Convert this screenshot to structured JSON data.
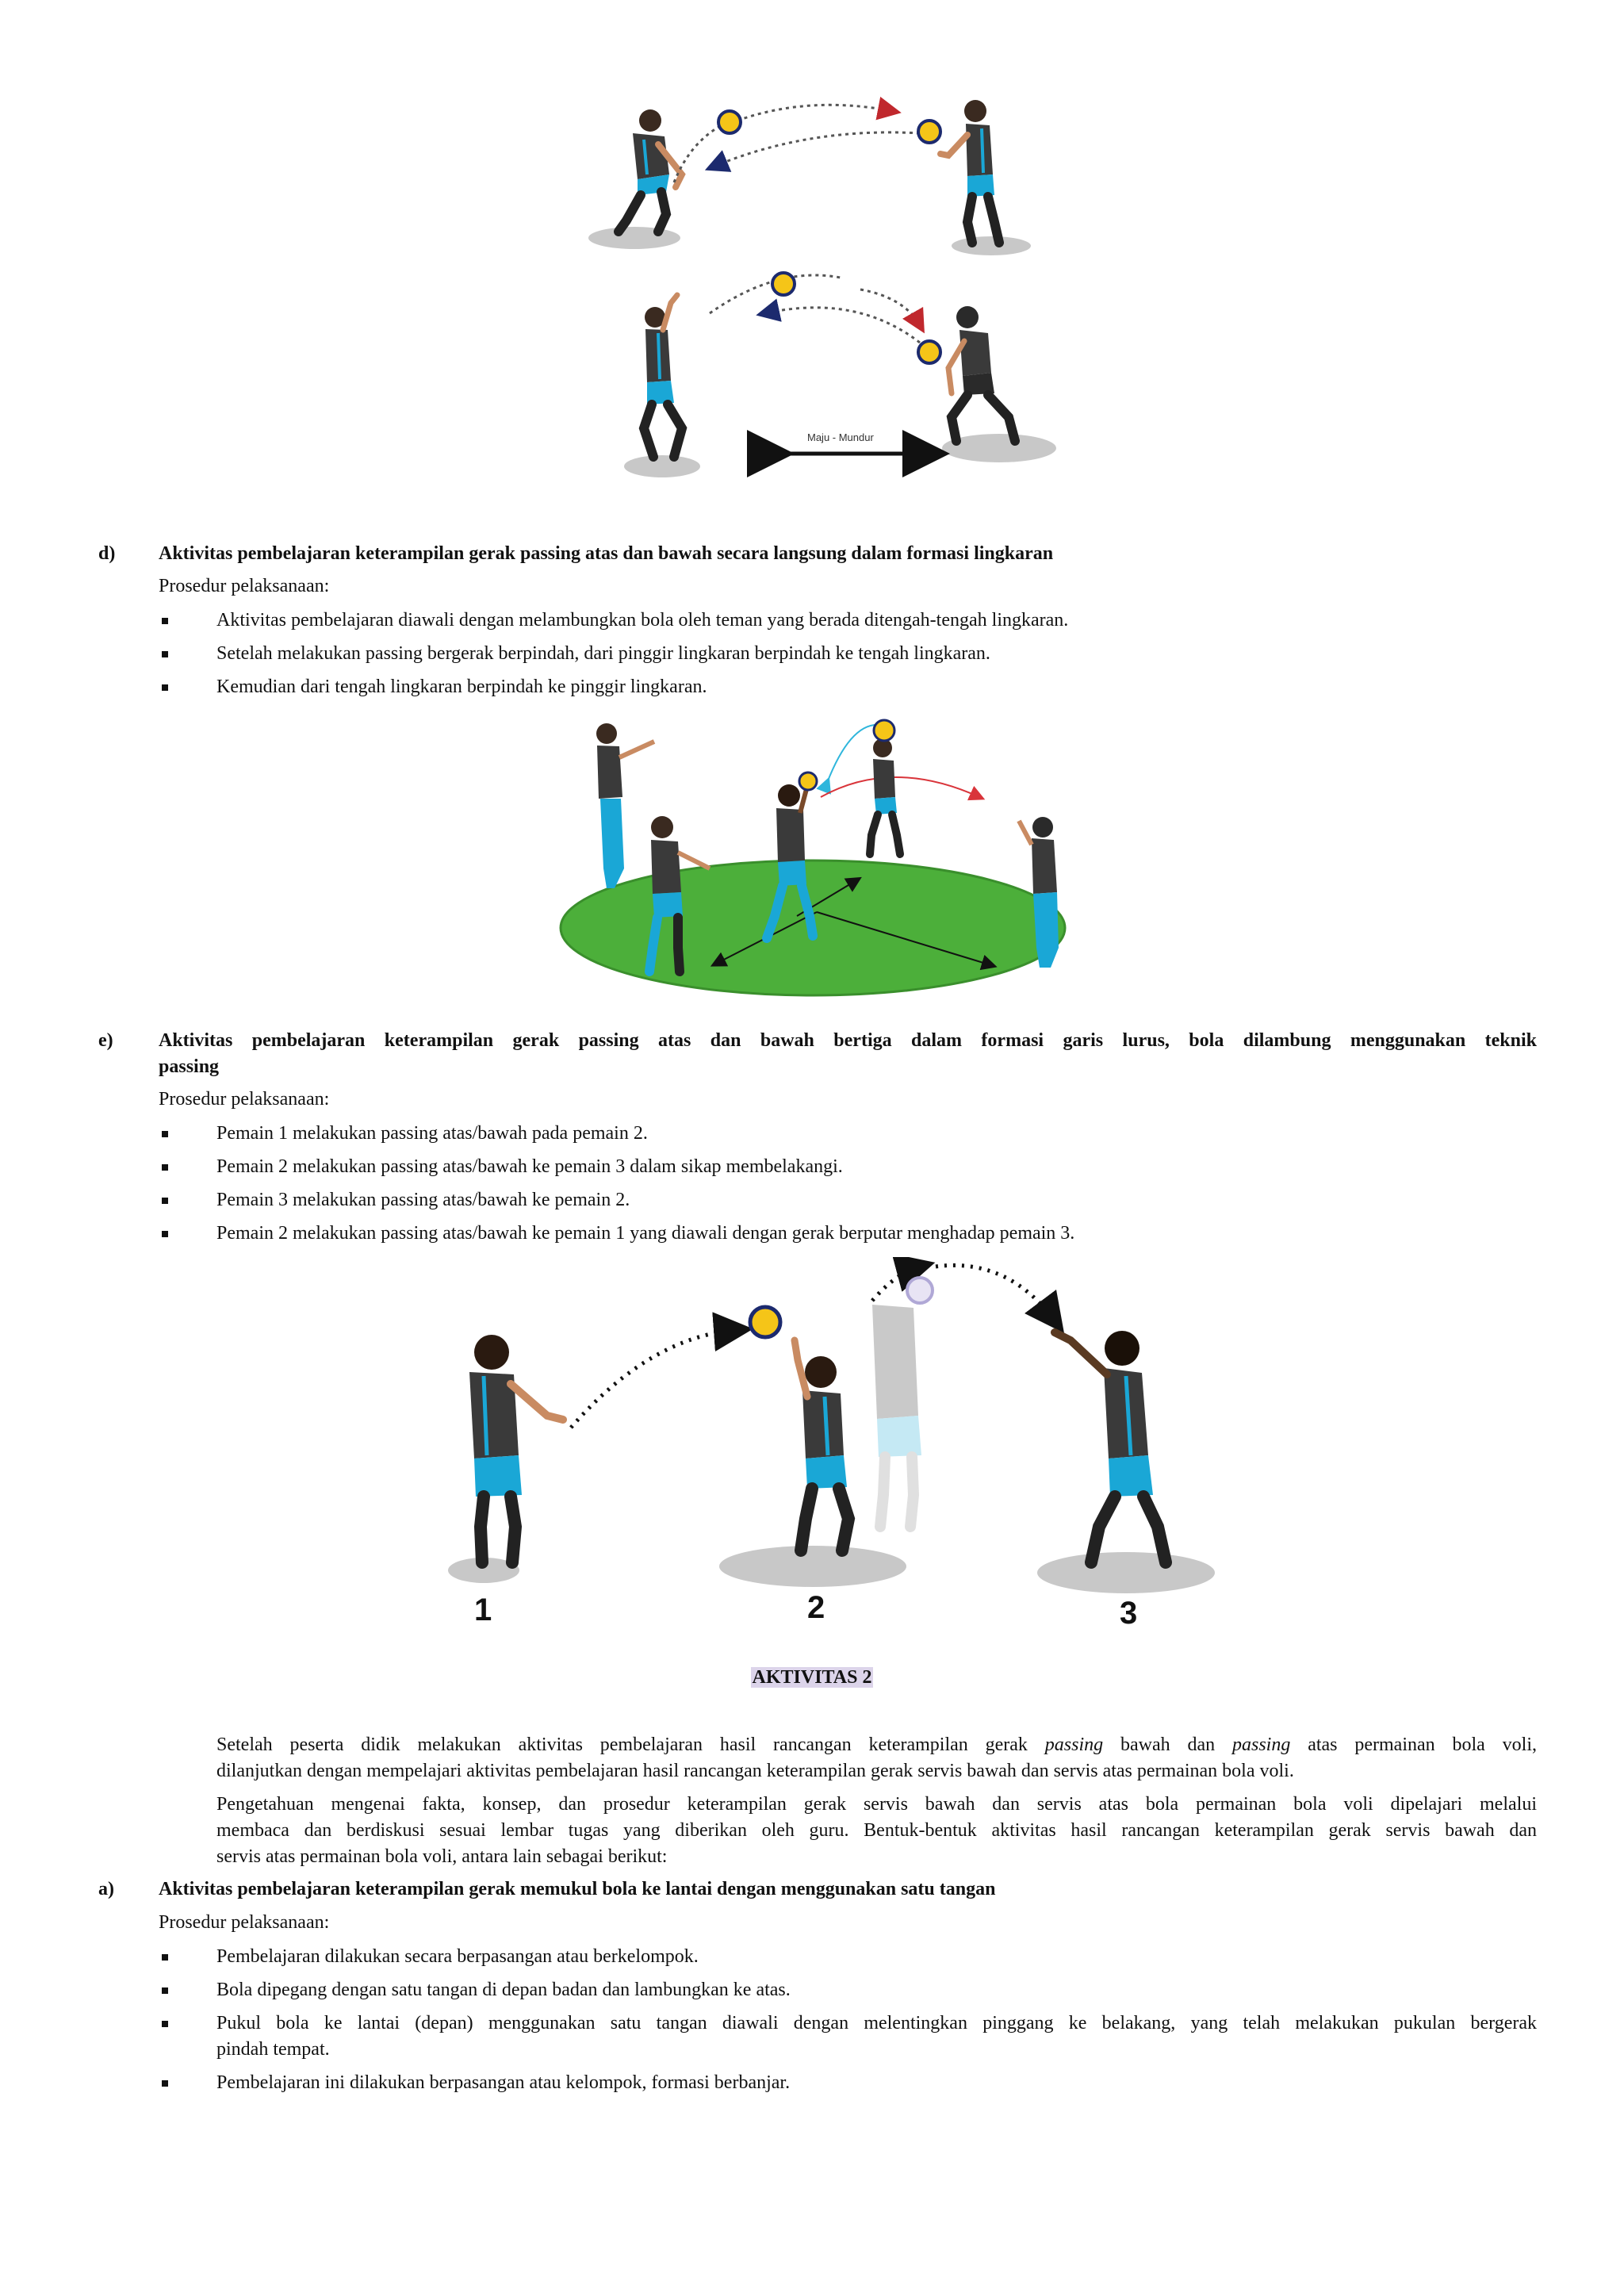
{
  "figure1": {
    "label": "Maju - Mundur"
  },
  "section_d": {
    "marker": "d)",
    "title": "Aktivitas pembelajaran keterampilan gerak passing atas dan bawah secara langsung dalam formasi lingkaran",
    "procedure_label": "Prosedur pelaksanaan:",
    "items": [
      "Aktivitas pembelajaran diawali dengan melambungkan bola oleh teman yang berada ditengah-tengah lingkaran.",
      "Setelah melakukan passing bergerak berpindah, dari pinggir lingkaran berpindah ke tengah lingkaran.",
      "Kemudian dari tengah lingkaran berpindah ke pinggir lingkaran."
    ]
  },
  "section_e": {
    "marker": "e)",
    "title_line1": "Aktivitas pembelajaran keterampilan gerak passing atas dan bawah bertiga dalam formasi garis lurus, bola dilambung menggunakan teknik",
    "title_line2": "passing",
    "procedure_label": "Prosedur pelaksanaan:",
    "items": [
      "Pemain 1 melakukan passing atas/bawah pada pemain 2.",
      "Pemain 2 melakukan passing atas/bawah ke pemain 3 dalam sikap membelakangi.",
      "Pemain 3 melakukan passing atas/bawah ke pemain 2.",
      "Pemain 2 melakukan passing atas/bawah ke pemain 1 yang diawali dengan gerak berputar menghadap pemain 3."
    ]
  },
  "figure3": {
    "numbers": [
      "1",
      "2",
      "3"
    ]
  },
  "aktivitas2": {
    "heading": "AKTIVITAS 2",
    "para1_line1_a": "Setelah peserta didik melakukan aktivitas pembelajaran hasil rancangan keterampilan gerak ",
    "para1_italic1": "passing",
    "para1_line1_b": " bawah dan ",
    "para1_italic2": "passing",
    "para1_line1_c": " atas permainan bola voli,",
    "para1_line2": "dilanjutkan dengan mempelajari aktivitas pembelajaran hasil rancangan keterampilan gerak servis bawah dan servis atas permainan bola voli.",
    "para2_line1": "Pengetahuan mengenai fakta, konsep, dan prosedur keterampilan gerak servis bawah dan servis atas bola permainan bola voli dipelajari melalui",
    "para2_line2": "membaca dan berdiskusi sesuai lembar tugas yang diberikan oleh guru. Bentuk-bentuk aktivitas hasil rancangan keterampilan gerak servis bawah dan",
    "para2_line3": "servis atas permainan bola voli, antara lain sebagai berikut:"
  },
  "section_a": {
    "marker": "a)",
    "title": "Aktivitas pembelajaran keterampilan gerak memukul bola ke lantai dengan menggunakan satu tangan",
    "procedure_label": "Prosedur pelaksanaan:",
    "items": [
      "Pembelajaran dilakukan secara berpasangan atau berkelompok.",
      "Bola dipegang dengan satu tangan di depan badan dan lambungkan ke atas.",
      "Pukul bola ke lantai (depan) menggunakan satu tangan diawali dengan melentingkan pinggang ke belakang, yang telah melakukan pukulan bergerak",
      "Pembelajaran ini dilakukan berpasangan atau kelompok, formasi berbanjar."
    ],
    "item3_line2": "pindah tempat."
  },
  "colors": {
    "jersey": "#3a3a3a",
    "accent": "#1aa7d6",
    "field": "#4caf3a",
    "shadow": "#c8c8c8",
    "heading_highlight": "#dcd4ea"
  }
}
